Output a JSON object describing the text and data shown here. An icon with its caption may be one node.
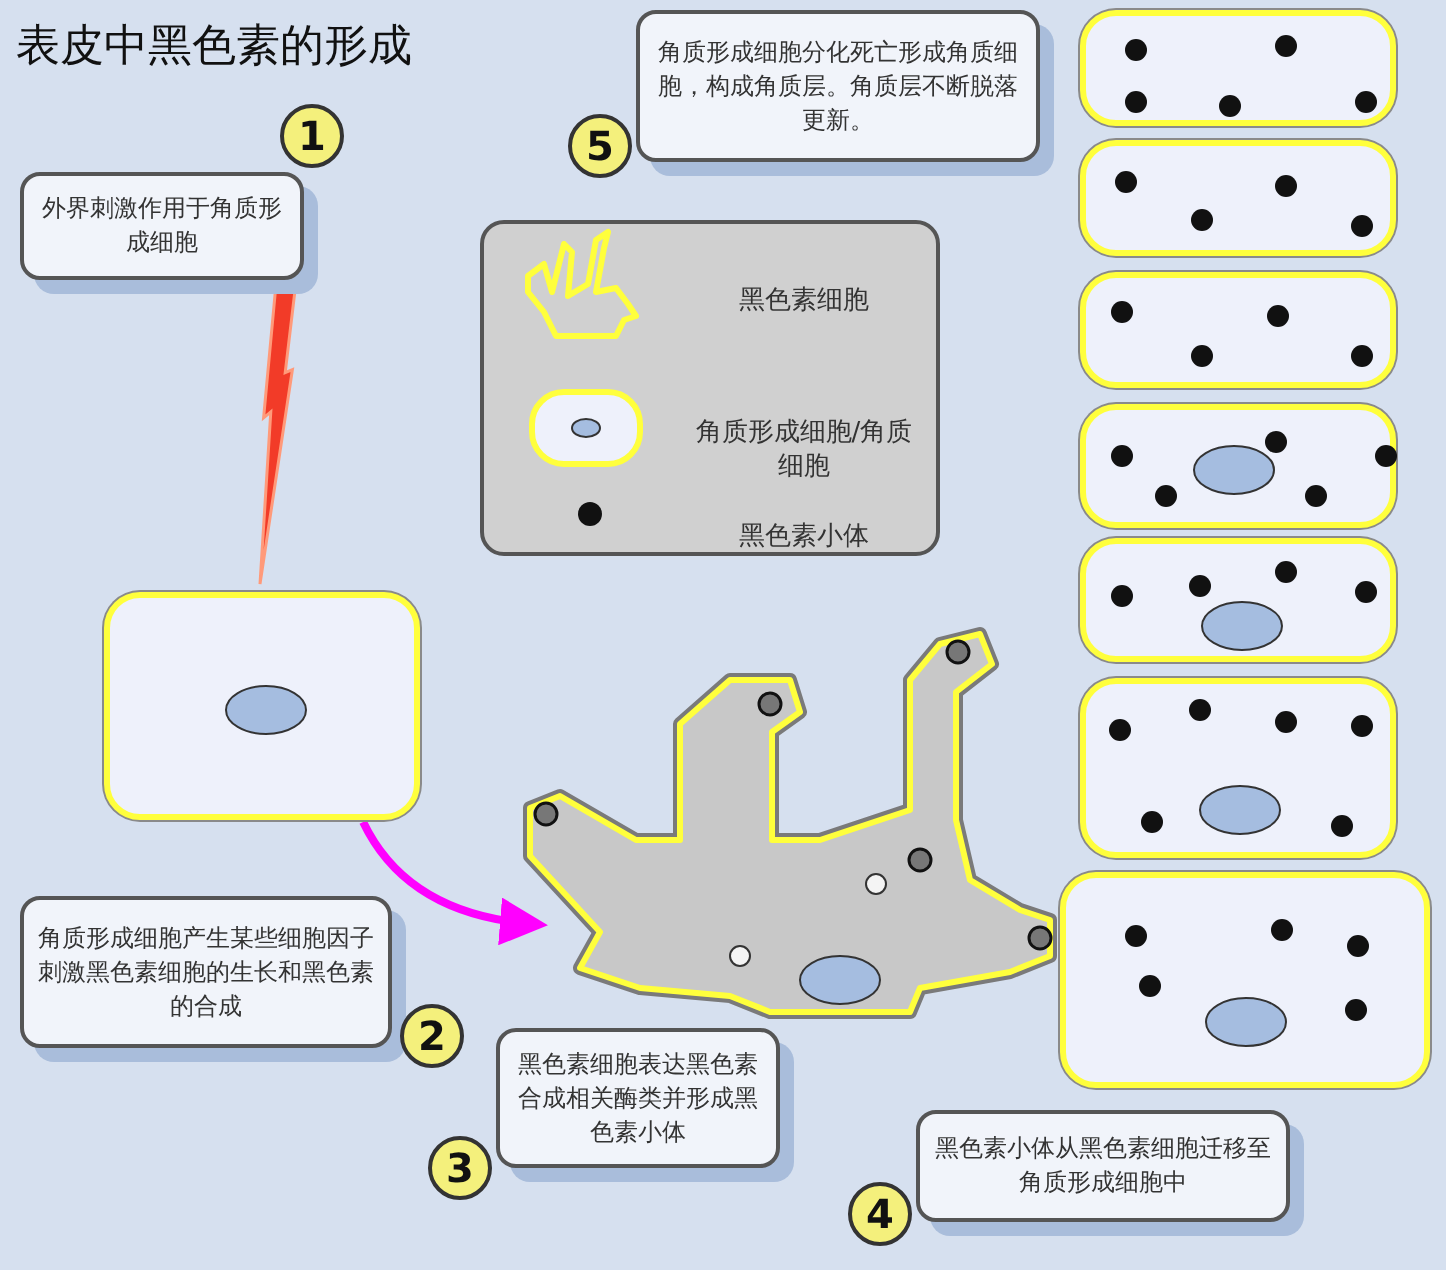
{
  "diagram": {
    "title": "表皮中黑色素的形成",
    "nodes": [
      {
        "text": [
          "角质形成细胞分化死亡形成角质细胞，构成角质层。角质层不断脱落更新。"
        ],
        "beside": [
          "5"
        ]
      },
      {
        "text": [
          "外界刺激作用于角质形成细胞"
        ],
        "beside": [
          "1"
        ]
      },
      {
        "text": [],
        "shape": "box"
      },
      {
        "text": [],
        "shape": "picture"
      },
      {
        "text": [
          "角质形成细胞产生某些细胞因子刺激黑色素细胞的生长和黑色素的合成"
        ],
        "beside": [
          "2"
        ]
      },
      {
        "text": [
          "黑色素细胞表达黑色素合成相关酶类并形成黑色素小体"
        ],
        "beside": [
          "3"
        ]
      },
      {
        "text": [
          "黑色素小体从黑色素细胞迁移至角质形成细胞中"
        ],
        "beside": [
          "4"
        ]
      },
      {
        "text": [],
        "shape": "box"
      },
      {
        "text": [],
        "shape": "box"
      },
      {
        "text": [],
        "shape": "box"
      },
      {
        "text": [],
        "shape": "box"
      },
      {
        "text": [],
        "shape": "box"
      },
      {
        "text": [],
        "shape": "box"
      },
      {
        "text": [],
        "shape": "box"
      }
    ],
    "edges": [
      {
        "from": 1,
        "to": 2,
        "arrow": "to",
        "color": "#f23b28"
      },
      {
        "from": 2,
        "to": 3,
        "arrow": "to",
        "color": "#ff00ff"
      }
    ],
    "legend": [
      {
        "text": "黑色素细胞"
      },
      {
        "text": "角质形成细胞/角质细胞"
      },
      {
        "text": "黑色素小体"
      }
    ]
  }
}
